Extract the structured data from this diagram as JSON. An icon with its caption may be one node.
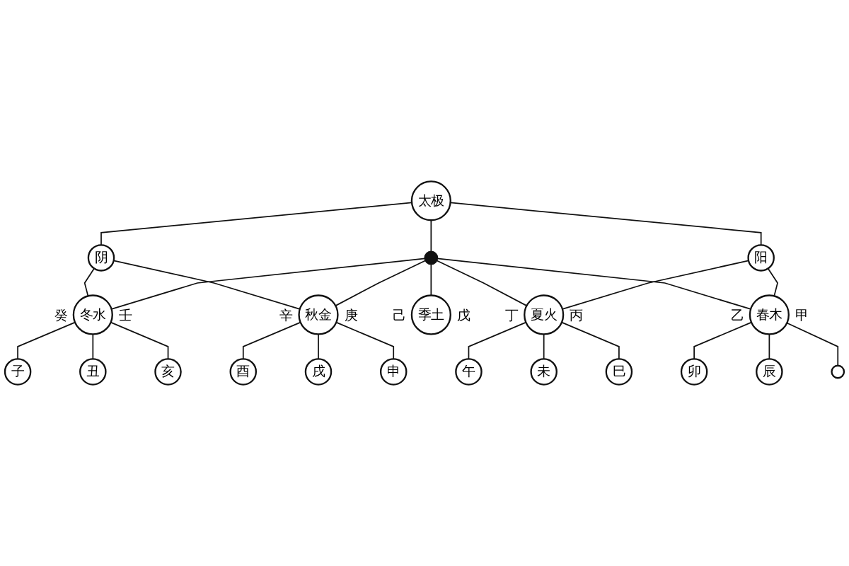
{
  "diagram": {
    "nodes": [
      {
        "text": [
          "太极"
        ]
      },
      {
        "text": [
          "阴"
        ]
      },
      {
        "text": [],
        "shape": "picture"
      },
      {
        "text": [
          "阳"
        ]
      },
      {
        "text": [
          "冬水"
        ],
        "beside": [
          "癸",
          "壬"
        ]
      },
      {
        "text": [
          "秋金"
        ],
        "beside": [
          "辛",
          "庚"
        ]
      },
      {
        "text": [
          "季土"
        ],
        "beside": [
          "己",
          "戊"
        ]
      },
      {
        "text": [
          "夏火"
        ],
        "beside": [
          "丁",
          "丙"
        ]
      },
      {
        "text": [
          "春木"
        ],
        "beside": [
          "乙",
          "甲"
        ]
      },
      {
        "text": [
          "子"
        ]
      },
      {
        "text": [
          "丑"
        ]
      },
      {
        "text": [
          "亥"
        ]
      },
      {
        "text": [
          "酉"
        ]
      },
      {
        "text": [
          "戌"
        ]
      },
      {
        "text": [
          "申"
        ]
      },
      {
        "text": [
          "午"
        ]
      },
      {
        "text": [
          "未"
        ]
      },
      {
        "text": [
          "巳"
        ]
      },
      {
        "text": [
          "卯"
        ]
      },
      {
        "text": [
          "辰"
        ]
      },
      {
        "text": [],
        "shape": "circle"
      }
    ],
    "edges": [
      {
        "from": 0,
        "to": 1,
        "arrow": "none"
      },
      {
        "from": 0,
        "to": 2,
        "arrow": "none"
      },
      {
        "from": 0,
        "to": 3,
        "arrow": "none"
      },
      {
        "from": 1,
        "to": 4,
        "arrow": "none"
      },
      {
        "from": 1,
        "to": 5,
        "arrow": "none"
      },
      {
        "from": 2,
        "to": 4,
        "arrow": "none"
      },
      {
        "from": 2,
        "to": 5,
        "arrow": "none"
      },
      {
        "from": 2,
        "to": 6,
        "arrow": "none"
      },
      {
        "from": 2,
        "to": 7,
        "arrow": "none"
      },
      {
        "from": 2,
        "to": 8,
        "arrow": "none"
      },
      {
        "from": 3,
        "to": 7,
        "arrow": "none"
      },
      {
        "from": 3,
        "to": 8,
        "arrow": "none"
      },
      {
        "from": 4,
        "to": 9,
        "arrow": "none"
      },
      {
        "from": 4,
        "to": 10,
        "arrow": "none"
      },
      {
        "from": 4,
        "to": 11,
        "arrow": "none"
      },
      {
        "from": 5,
        "to": 12,
        "arrow": "none"
      },
      {
        "from": 5,
        "to": 13,
        "arrow": "none"
      },
      {
        "from": 5,
        "to": 14,
        "arrow": "none"
      },
      {
        "from": 7,
        "to": 15,
        "arrow": "none"
      },
      {
        "from": 7,
        "to": 16,
        "arrow": "none"
      },
      {
        "from": 7,
        "to": 17,
        "arrow": "none"
      },
      {
        "from": 8,
        "to": 18,
        "arrow": "none"
      },
      {
        "from": 8,
        "to": 19,
        "arrow": "none"
      },
      {
        "from": 8,
        "to": 20,
        "arrow": "none"
      }
    ]
  }
}
